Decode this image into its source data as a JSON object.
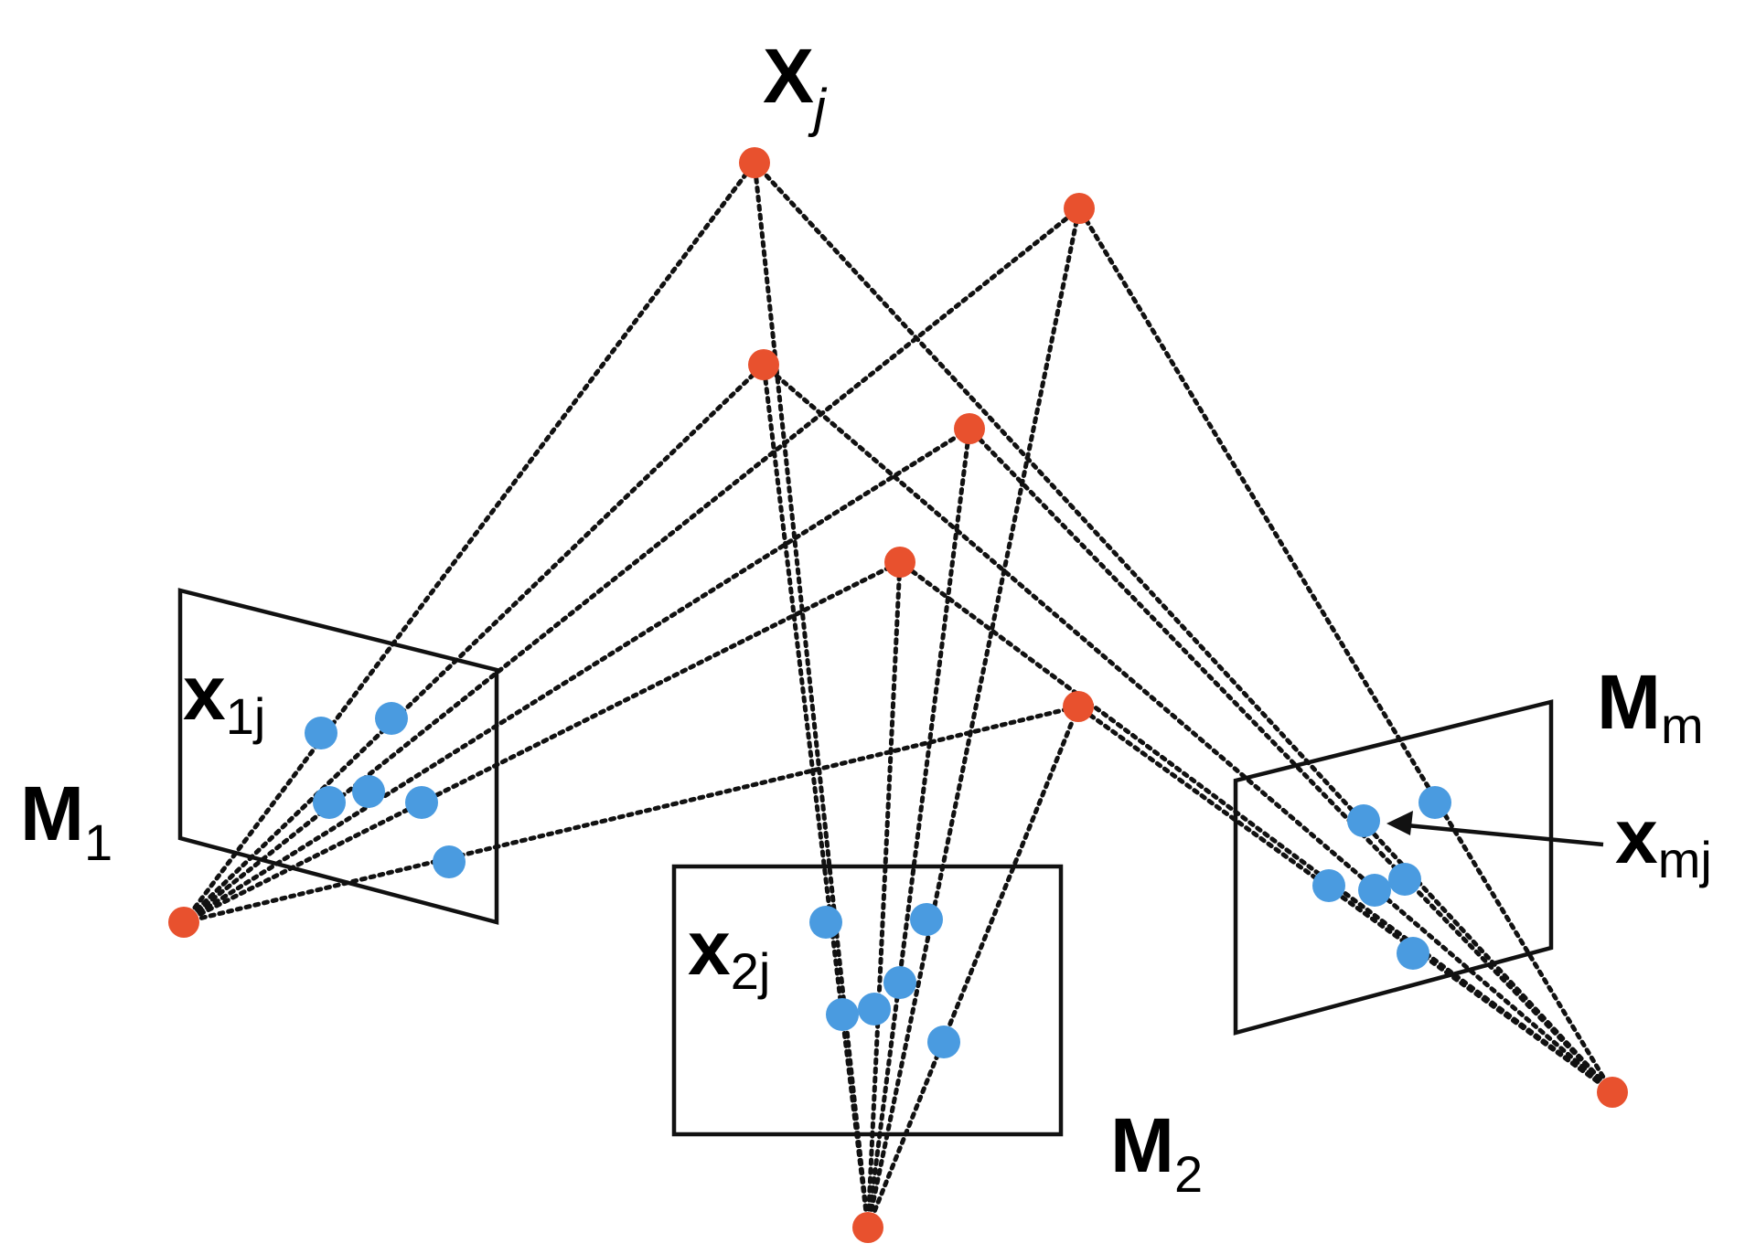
{
  "labels": {
    "world_point": {
      "main": "X",
      "sub": "j"
    },
    "image_point_1": {
      "main": "x",
      "sub": "1j"
    },
    "image_point_2": {
      "main": "x",
      "sub": "2j"
    },
    "image_point_m": {
      "main": "x",
      "sub": "mj"
    },
    "camera_1": {
      "main": "M",
      "sub": "1"
    },
    "camera_2": {
      "main": "M",
      "sub": "2"
    },
    "camera_m": {
      "main": "M",
      "sub": "m"
    }
  },
  "colors": {
    "world_point": "#e8512e",
    "image_point": "#4a9be0",
    "lines": "#111111"
  },
  "counts": {
    "world_points": 6,
    "cameras": 3
  }
}
